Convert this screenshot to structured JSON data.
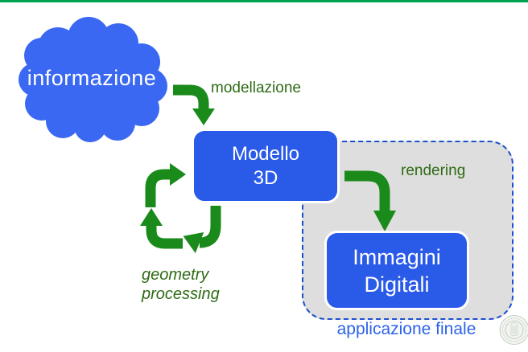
{
  "slide": {
    "accent_color": "#00a24f",
    "cloud_color": "#3a68f2",
    "box_color": "#2a5ae8",
    "arrow_color": "#1a8a1a",
    "green_label_color": "#2e6b14",
    "cloud": {
      "label": "informazione"
    },
    "modellazione_label": "modellazione",
    "modello_box": {
      "line1": "Modello",
      "line2": "3D"
    },
    "rendering_label": "rendering",
    "immagini_box": {
      "line1": "Immagini",
      "line2": "Digitali"
    },
    "geometry_label": {
      "line1": "geometry",
      "line2": "processing"
    },
    "region": {
      "label": "applicazione finale",
      "fill": "#dedede",
      "border_color": "#1d4fd1",
      "label_color": "#2c63e8"
    },
    "icons": {
      "cloud": "cloud-shape-icon",
      "modellazione_arrow": "curved-down-arrow-icon",
      "rendering_arrow": "curved-down-arrow-icon",
      "cycle": "iteration-cycle-arrows-icon",
      "seal": "university-seal-icon"
    }
  }
}
